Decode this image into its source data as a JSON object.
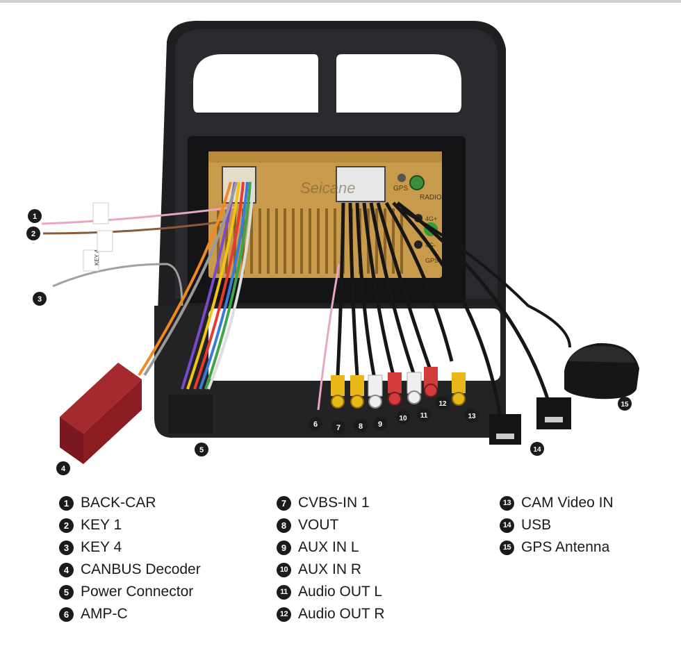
{
  "brand_text": "Seicane",
  "device_labels": {
    "gps": "GPS",
    "radio": "RADIO",
    "port_4g_plus": "4G+",
    "port_4g_minus": "4G-",
    "port_gps_lower": "GPS"
  },
  "tag_texts": {
    "key4": "KEY 4"
  },
  "callouts": [
    "1",
    "2",
    "3",
    "4",
    "5",
    "6",
    "7",
    "8",
    "9",
    "10",
    "11",
    "12",
    "13",
    "14",
    "15"
  ],
  "legend": {
    "col1": [
      {
        "num": "1",
        "label": "BACK-CAR"
      },
      {
        "num": "2",
        "label": "KEY 1"
      },
      {
        "num": "3",
        "label": "KEY 4"
      },
      {
        "num": "4",
        "label": "CANBUS Decoder"
      },
      {
        "num": "5",
        "label": "Power Connector"
      },
      {
        "num": "6",
        "label": "AMP-C"
      }
    ],
    "col2": [
      {
        "num": "7",
        "label": "CVBS-IN 1"
      },
      {
        "num": "8",
        "label": "VOUT"
      },
      {
        "num": "9",
        "label": "AUX IN L"
      },
      {
        "num": "10",
        "label": "AUX IN R"
      },
      {
        "num": "11",
        "label": "Audio OUT L"
      },
      {
        "num": "12",
        "label": "Audio OUT R"
      }
    ],
    "col3": [
      {
        "num": "13",
        "label": "CAM Video IN"
      },
      {
        "num": "14",
        "label": "USB"
      },
      {
        "num": "15",
        "label": "GPS Antenna"
      }
    ]
  },
  "colors": {
    "frame": "#1f1f22",
    "unit_gold": "#c89a4c",
    "rca_yellow": "#e8b818",
    "rca_red": "#d43c3c",
    "rca_white": "#efefef",
    "decoder_red": "#8a1c22",
    "callout_bg": "#1b1b1b"
  }
}
